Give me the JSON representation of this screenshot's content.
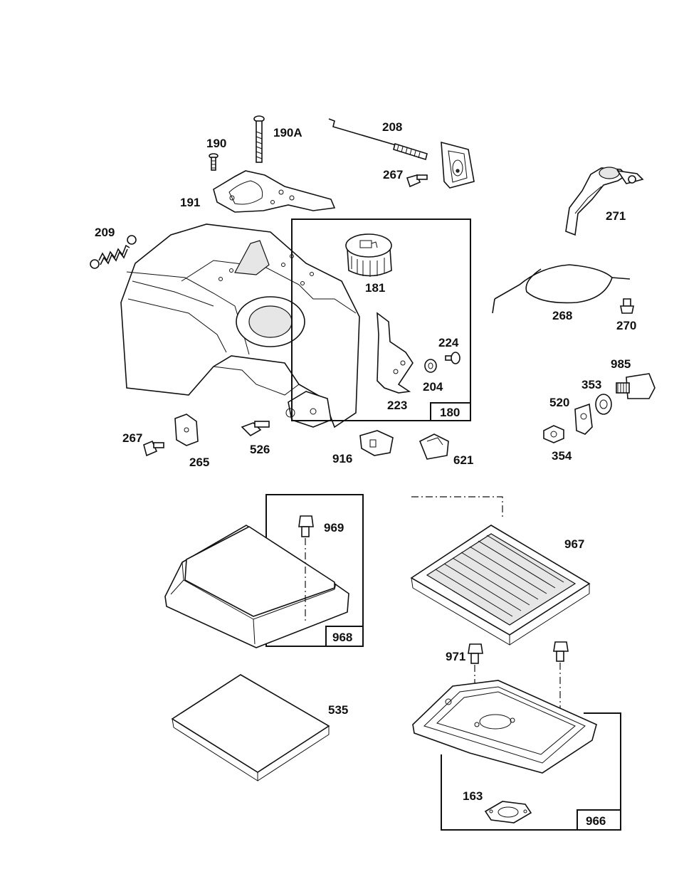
{
  "callouts": {
    "c190": "190",
    "c190a": "190A",
    "c208": "208",
    "c267a": "267",
    "c191": "191",
    "c271": "271",
    "c209": "209",
    "c181": "181",
    "c268": "268",
    "c270": "270",
    "c224": "224",
    "c204": "204",
    "c223": "223",
    "c180": "180",
    "c985": "985",
    "c353": "353",
    "c520": "520",
    "c354": "354",
    "c267b": "267",
    "c265": "265",
    "c526": "526",
    "c916": "916",
    "c621": "621",
    "c969": "969",
    "c968": "968",
    "c967": "967",
    "c971": "971",
    "c535": "535",
    "c163": "163",
    "c966": "966"
  }
}
